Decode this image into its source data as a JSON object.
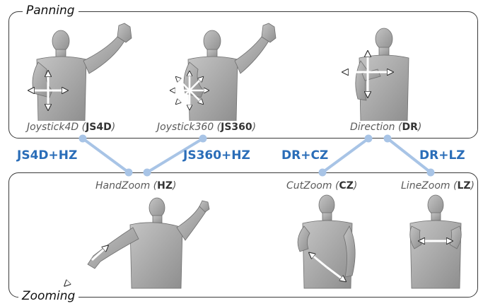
{
  "sections": {
    "panning": "Panning",
    "zooming": "Zooming"
  },
  "techniques": {
    "joystick4d": {
      "name": "Joystick4D",
      "abbr": "JS4D"
    },
    "joystick360": {
      "name": "Joystick360",
      "abbr": "JS360"
    },
    "direction": {
      "name": "Direction",
      "abbr": "DR"
    },
    "handzoom": {
      "name": "HandZoom",
      "abbr": "HZ"
    },
    "cutzoom": {
      "name": "CutZoom",
      "abbr": "CZ"
    },
    "linezoom": {
      "name": "LineZoom",
      "abbr": "LZ"
    }
  },
  "combinations": [
    "JS4D+HZ",
    "JS360+HZ",
    "DR+CZ",
    "DR+LZ"
  ],
  "colors": {
    "connector": "#a8c4e6",
    "combo_text": "#2a6db8",
    "figure": "#a9a9a9",
    "figure_shade": "#7c7c7c",
    "border": "#3a3a3a"
  },
  "icons": [
    "four-way-arrow-icon",
    "eight-way-arrow-icon",
    "double-arrow-icon"
  ]
}
